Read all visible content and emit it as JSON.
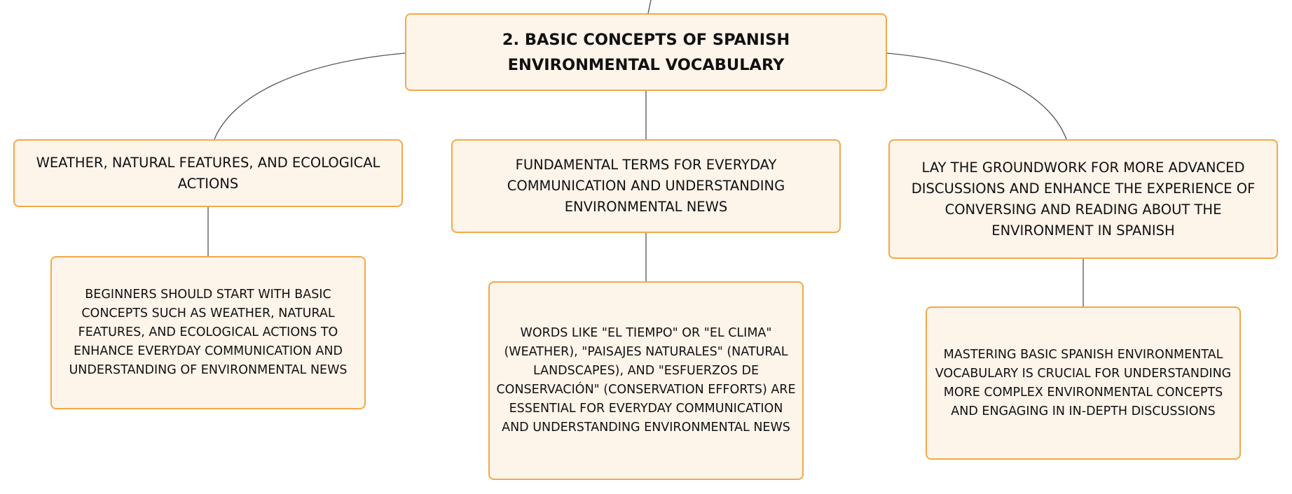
{
  "diagram": {
    "root": {
      "label": "2. BASIC CONCEPTS OF SPANISH ENVIRONMENTAL VOCABULARY"
    },
    "branches": [
      {
        "label": "WEATHER, NATURAL FEATURES, AND ECOLOGICAL ACTIONS",
        "detail": "BEGINNERS SHOULD START WITH BASIC CONCEPTS SUCH AS WEATHER, NATURAL FEATURES, AND ECOLOGICAL ACTIONS TO ENHANCE EVERYDAY COMMUNICATION AND UNDERSTANDING OF ENVIRONMENTAL NEWS"
      },
      {
        "label": "FUNDAMENTAL TERMS FOR EVERYDAY COMMUNICATION AND UNDERSTANDING ENVIRONMENTAL NEWS",
        "detail": "WORDS LIKE \"EL TIEMPO\" OR \"EL CLIMA\" (WEATHER), \"PAISAJES NATURALES\" (NATURAL LANDSCAPES), AND \"ESFUERZOS DE CONSERVACIÓN\" (CONSERVATION EFFORTS) ARE ESSENTIAL FOR EVERYDAY COMMUNICATION AND UNDERSTANDING ENVIRONMENTAL NEWS"
      },
      {
        "label": "LAY THE GROUNDWORK FOR MORE ADVANCED DISCUSSIONS AND ENHANCE THE EXPERIENCE OF CONVERSING AND READING ABOUT THE ENVIRONMENT IN SPANISH",
        "detail": "MASTERING BASIC SPANISH ENVIRONMENTAL VOCABULARY IS CRUCIAL FOR UNDERSTANDING MORE COMPLEX ENVIRONMENTAL CONCEPTS AND ENGAGING IN IN-DEPTH DISCUSSIONS"
      }
    ],
    "colors": {
      "node_fill": "#fdf4ea",
      "node_border": "#f1a94a",
      "connector": "#555555",
      "text": "#111111"
    }
  }
}
